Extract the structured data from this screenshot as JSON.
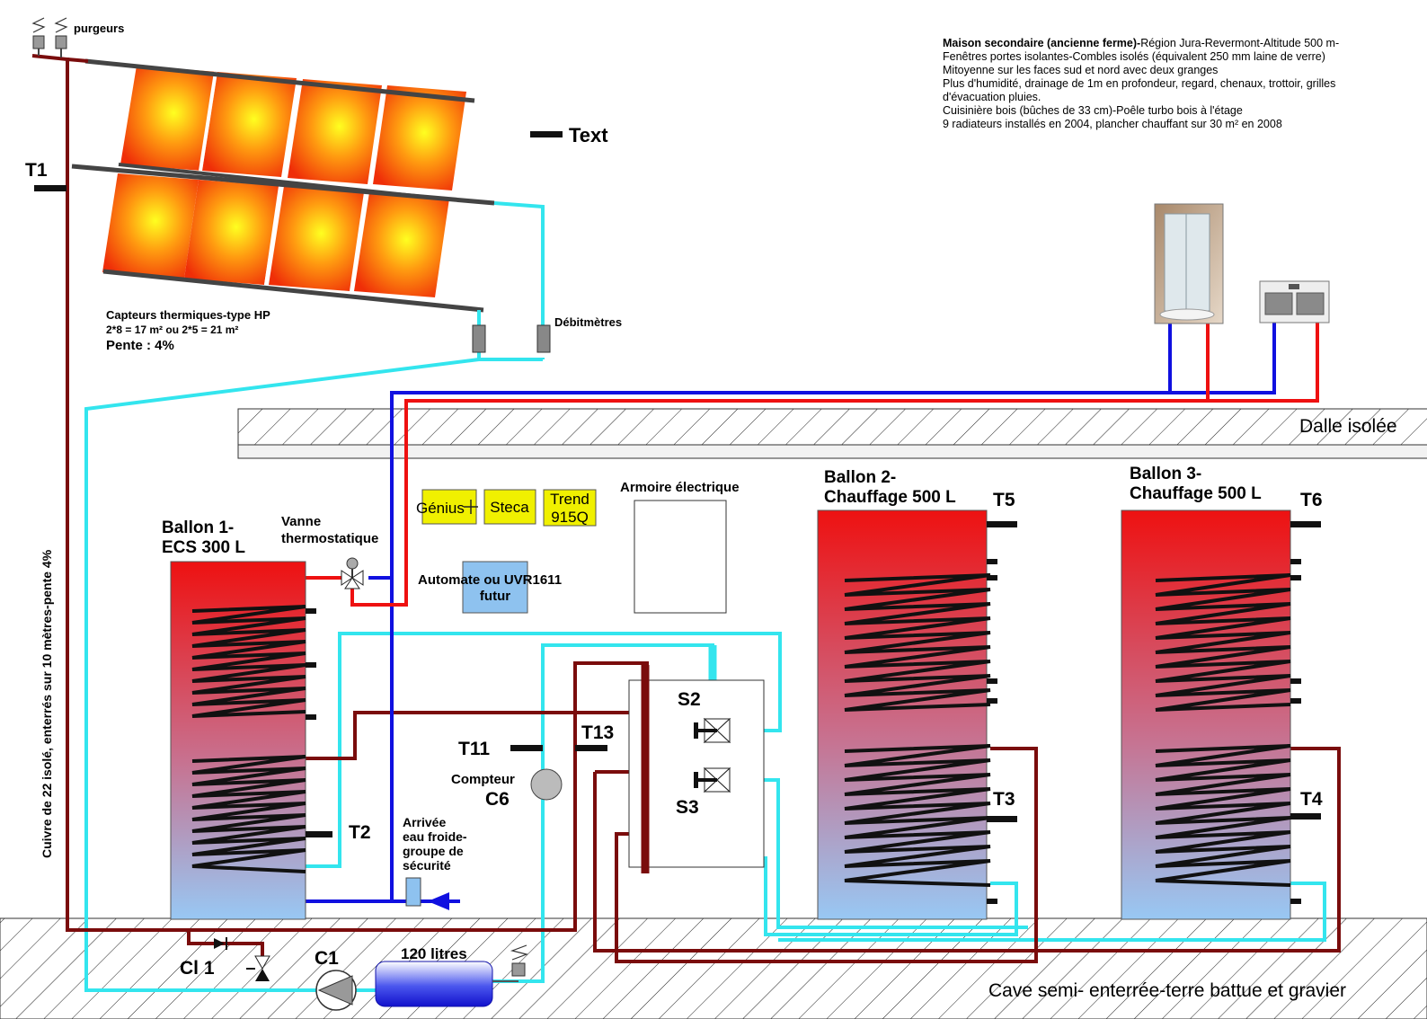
{
  "info": {
    "title_bold": "Maison secondaire (ancienne ferme)-",
    "title_rest": "Région Jura-Revermont-Altitude 500 m-",
    "line2": "Fenêtres portes isolantes-Combles isolés (équivalent 250 mm laine de verre)",
    "line3": "Mitoyenne sur les faces sud et nord avec deux granges",
    "line4": "Plus d'humidité, drainage de 1m en profondeur, regard, chenaux, trottoir, grilles",
    "line5": "d'évacuation pluies.",
    "line6": "Cuisinière bois (bûches de 33 cm)-Poêle turbo bois à l'étage",
    "line7": "9 radiateurs installés en 2004, plancher chauffant sur 30 m² en 2008"
  },
  "labels": {
    "purgeurs": "purgeurs",
    "t1": "T1",
    "text_marker": "Text",
    "capteurs_line1": "Capteurs thermiques-type HP",
    "capteurs_line2": "2*8 = 17 m² ou 2*5 = 21 m²",
    "capteurs_line3": "Pente : 4%",
    "debitmetres": "Débitmètres",
    "dalle": "Dalle isolée",
    "cave": "Cave semi- enterrée-terre battue et gravier",
    "cuivre": "Cuivre de 22 isolé, enterrés sur 10 mètres-pente 4%",
    "ballon1_l1": "Ballon 1-",
    "ballon1_l2": "ECS 300 L",
    "vanne_l1": "Vanne",
    "vanne_l2": "thermostatique",
    "genius": "Génius",
    "steca": "Steca",
    "trend_l1": "Trend",
    "trend_l2": "915Q",
    "automate_l1": "Automate ou UVR1611",
    "automate_l2": "futur",
    "armoire": "Armoire électrique",
    "ballon2_l1": "Ballon 2-",
    "ballon2_l2": "Chauffage 500 L",
    "ballon3_l1": "Ballon 3-",
    "ballon3_l2": "Chauffage 500 L",
    "t5": "T5",
    "t6": "T6",
    "t2": "T2",
    "t3": "T3",
    "t4": "T4",
    "t11": "T11",
    "t13": "T13",
    "s2": "S2",
    "s3": "S3",
    "compteur": "Compteur",
    "c6": "C6",
    "arrivee_l1": "Arrivée",
    "arrivee_l2": "eau froide-",
    "arrivee_l3": "groupe de",
    "arrivee_l4": "sécurité",
    "cl1": "Cl 1",
    "c1": "C1",
    "vase": "120 litres"
  },
  "colors": {
    "solar_loop": "#33e5ee",
    "primary_loop": "#7a0c0c",
    "cold_water": "#1010e0",
    "hot_water": "#ee1111",
    "tank_top": "#ee1111",
    "tank_bottom": "#98c8f4",
    "controller": "#f0f000",
    "automate": "#8ec2ef"
  }
}
